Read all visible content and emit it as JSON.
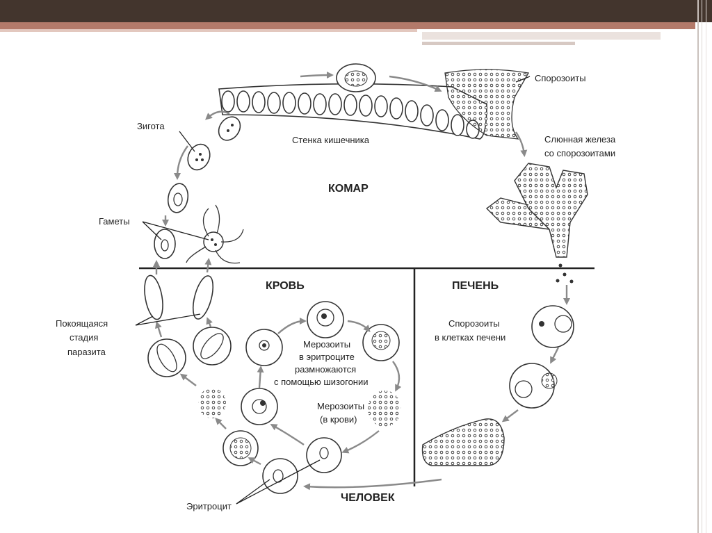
{
  "labels": {
    "sporozoites": "Спорозоиты",
    "zygote": "Зигота",
    "intestine_wall": "Стенка кишечника",
    "salivary_gland_1": "Слюнная железа",
    "salivary_gland_2": "со спорозоитами",
    "mosquito": "КОМАР",
    "gametes": "Гаметы",
    "blood": "КРОВЬ",
    "liver": "ПЕЧЕНЬ",
    "resting_1": "Покоящаяся",
    "resting_2": "стадия",
    "resting_3": "паразита",
    "merozoites_rbc_1": "Мерозоиты",
    "merozoites_rbc_2": "в эритроците",
    "merozoites_rbc_3": "размножаются",
    "merozoites_rbc_4": "с помощью шизогонии",
    "liver_sporo_1": "Спорозоиты",
    "liver_sporo_2": "в клетках печени",
    "merozoites_blood_1": "Мерозоиты",
    "merozoites_blood_2": "(в крови)",
    "erythrocyte": "Эритроцит",
    "human": "ЧЕЛОВЕК"
  },
  "colors": {
    "top_bar": "#43352d",
    "accent_stripe": "#b37a6a",
    "arrows": "#8a8a8a"
  }
}
